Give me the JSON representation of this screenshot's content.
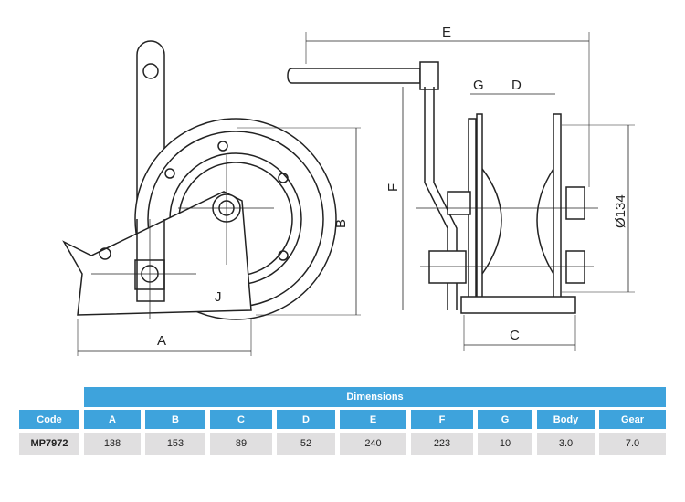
{
  "diagram": {
    "labels": {
      "A": "A",
      "B": "B",
      "C": "C",
      "D": "D",
      "E": "E",
      "F": "F",
      "G": "G",
      "dia": "Ø134"
    },
    "logo": "J"
  },
  "table": {
    "title": "Dimensions",
    "columns": [
      "Code",
      "A",
      "B",
      "C",
      "D",
      "E",
      "F",
      "G",
      "Body",
      "Gear"
    ],
    "rows": [
      [
        "MP7972",
        "138",
        "153",
        "89",
        "52",
        "240",
        "223",
        "10",
        "3.0",
        "7.0"
      ]
    ]
  },
  "colors": {
    "header": "#3ea3dc",
    "cell": "#e0dfe0"
  }
}
